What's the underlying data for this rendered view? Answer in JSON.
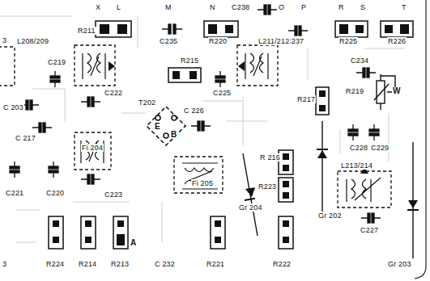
{
  "diagram": {
    "labels": [
      "X",
      "L",
      "R211",
      "M",
      "N",
      "C238",
      "O",
      "P",
      "R",
      "S",
      "T",
      "C235",
      "R220",
      "C237",
      "R225",
      "R226",
      "3",
      "L208/209",
      "C219",
      "C222",
      "R215",
      "C225",
      "L211/212",
      "C234",
      "R219",
      "W",
      "C 203",
      "T202",
      "C 226",
      "E",
      "B",
      "R217",
      "C 217",
      "Fi 204",
      "C228",
      "C229",
      "R 216",
      "L213/214",
      "C221",
      "C220",
      "C223",
      "Fi 205",
      "R223",
      "Gr 204",
      "Gr 202",
      "C227",
      "R224",
      "R214",
      "R213",
      "A",
      "C 232",
      "R221",
      "R222",
      "3",
      "Gr 203"
    ]
  }
}
